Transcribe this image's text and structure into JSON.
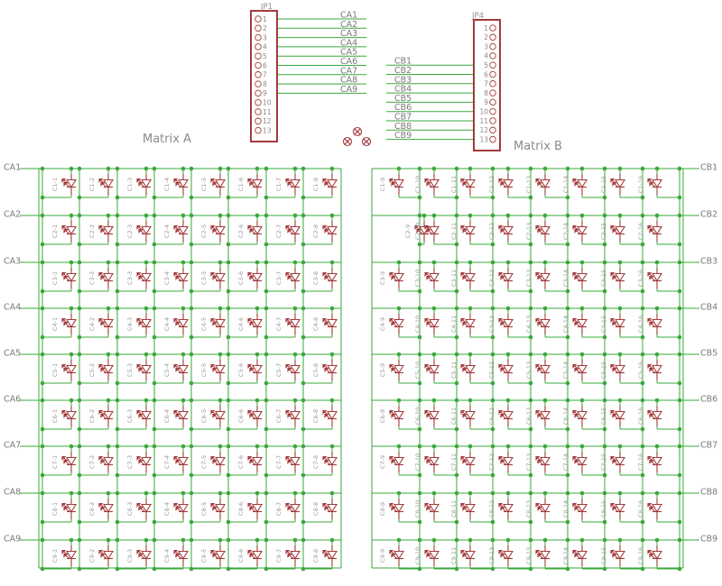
{
  "matrix_a": {
    "title": "Matrix A",
    "row_nets": [
      "CA1",
      "CA2",
      "CA3",
      "CA4",
      "CA5",
      "CA6",
      "CA7",
      "CA8",
      "CA9"
    ],
    "col_labels": [
      "1",
      "2",
      "3",
      "4",
      "5",
      "6",
      "7",
      "8"
    ]
  },
  "matrix_b": {
    "title": "Matrix B",
    "row_nets": [
      "CB1",
      "CB2",
      "CB3",
      "CB4",
      "CB5",
      "CB6",
      "CB7",
      "CB8",
      "CB9"
    ],
    "col_labels": [
      "9",
      "10",
      "11",
      "12",
      "13",
      "14",
      "15",
      "16"
    ]
  },
  "header_a": {
    "ref": "JP1",
    "pins": [
      "1",
      "2",
      "3",
      "4",
      "5",
      "6",
      "7",
      "8",
      "9",
      "10",
      "11",
      "12",
      "13"
    ],
    "nets": [
      "CA1",
      "CA2",
      "CA3",
      "CA4",
      "CA5",
      "CA6",
      "CA7",
      "CA8",
      "CA9"
    ]
  },
  "header_b": {
    "ref": "JP4",
    "pins": [
      "1",
      "2",
      "3",
      "4",
      "5",
      "6",
      "7",
      "8",
      "9",
      "10",
      "11",
      "12",
      "13"
    ],
    "nets": [
      "CB1",
      "CB2",
      "CB3",
      "CB4",
      "CB5",
      "CB6",
      "CB7",
      "CB8",
      "CB9"
    ]
  },
  "colors": {
    "wire": "#3aa83a",
    "part": "#a33a3a",
    "label": "#8a8a8a"
  }
}
